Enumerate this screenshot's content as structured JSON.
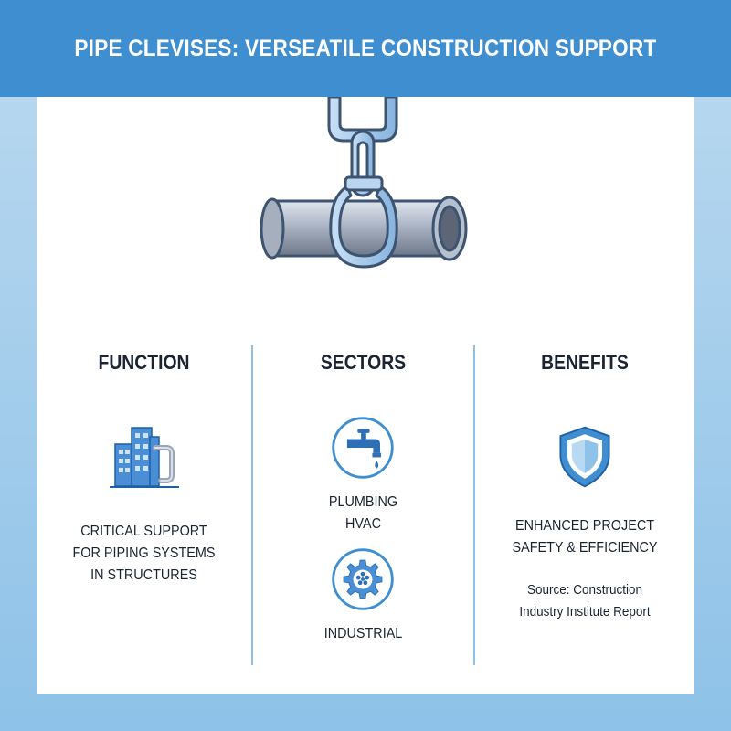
{
  "header": {
    "title": "PIPE CLEVISES: VERSEATILE CONSTRUCTION SUPPORT"
  },
  "columns": {
    "function": {
      "heading": "FUNCTION",
      "icon": "building-pipe-icon",
      "lines": [
        "CRITICAL SUPPORT",
        "FOR PIPING SYSTEMS",
        "IN STRUCTURES"
      ]
    },
    "sectors": {
      "heading": "SECTORS",
      "items": [
        {
          "icon": "faucet-icon",
          "labels": [
            "PLUMBING",
            "HVAC"
          ]
        },
        {
          "icon": "gear-icon",
          "labels": [
            "INDUSTRIAL"
          ]
        }
      ]
    },
    "benefits": {
      "heading": "BENEFITS",
      "icon": "shield-icon",
      "lines": [
        "ENHANCED PROJECT",
        "SAFETY & EFFICIENCY"
      ],
      "source": [
        "Source: Construction",
        "Industry Institute Report"
      ]
    }
  },
  "colors": {
    "header": "#3f8fd0",
    "accent": "#3f8fd0",
    "divider": "#8fc0e6",
    "pipe": "#a9b3c2"
  }
}
